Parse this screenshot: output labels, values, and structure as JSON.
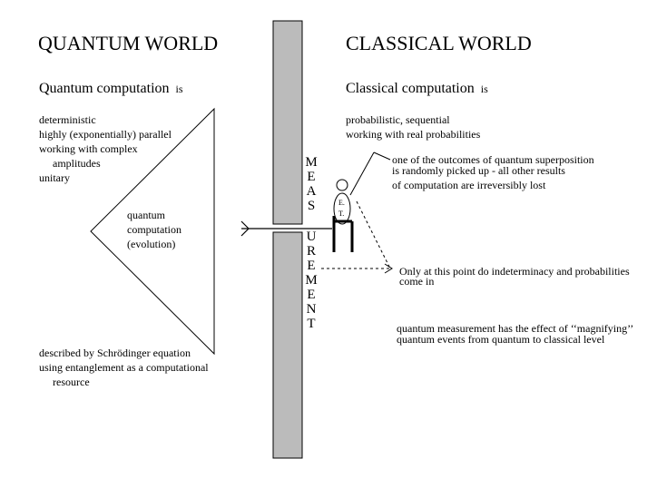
{
  "left": {
    "title": "QUANTUM WORLD",
    "subtitle": "Quantum computation",
    "subtitle_is": "is",
    "properties": [
      "deterministic",
      "highly (exponentially) parallel",
      "working with complex",
      "amplitudes",
      "unitary"
    ],
    "triangle_label": [
      "quantum",
      "computation",
      "(evolution)"
    ],
    "bottom": [
      "described by Schrödinger equation",
      "using entanglement as a computational",
      "resource"
    ]
  },
  "right": {
    "title": "CLASSICAL WORLD",
    "subtitle": "Classical computation",
    "subtitle_is": "is",
    "properties": [
      "probabilistic, sequential",
      "working with real probabilities"
    ],
    "outcome_note": [
      "one of the outcomes of quantum superposition",
      "is randomly picked up - all other results",
      "of computation are irreversibly lost"
    ],
    "indeterminacy_note": [
      "Only at this point do indeterminacy and probabilities",
      "come in"
    ],
    "magnify_note": [
      "quantum measurement has the effect of ‘‘magnifying’’",
      "quantum events from quantum to classical level"
    ]
  },
  "measurement_letters": [
    "M",
    "E",
    "A",
    "S",
    "U",
    "R",
    "E",
    "M",
    "E",
    "N",
    "T"
  ],
  "observer_badge": [
    "E.",
    "T."
  ],
  "colors": {
    "wall": "#bbbbbb",
    "line": "#000000"
  }
}
